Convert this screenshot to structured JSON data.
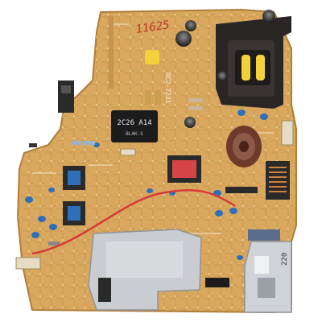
{
  "photo": {
    "subject": "printer power supply circuit board",
    "colors": {
      "background": "#ffffff",
      "board": "#d9a85e",
      "board_shade": "#c8934a",
      "trace": "#b88a3e",
      "metal": "#c9ccd0",
      "heatsink": "#2a2626",
      "transformer_yellow": "#f1d23a",
      "cap_blue": "#2f6fb8",
      "wire_red": "#d63a3a"
    }
  },
  "markings": {
    "handwritten": "11625",
    "block_a": "2C26 A14",
    "block_b": "BLAK-S",
    "board_code": "RC2-7231",
    "side_code": "220"
  }
}
